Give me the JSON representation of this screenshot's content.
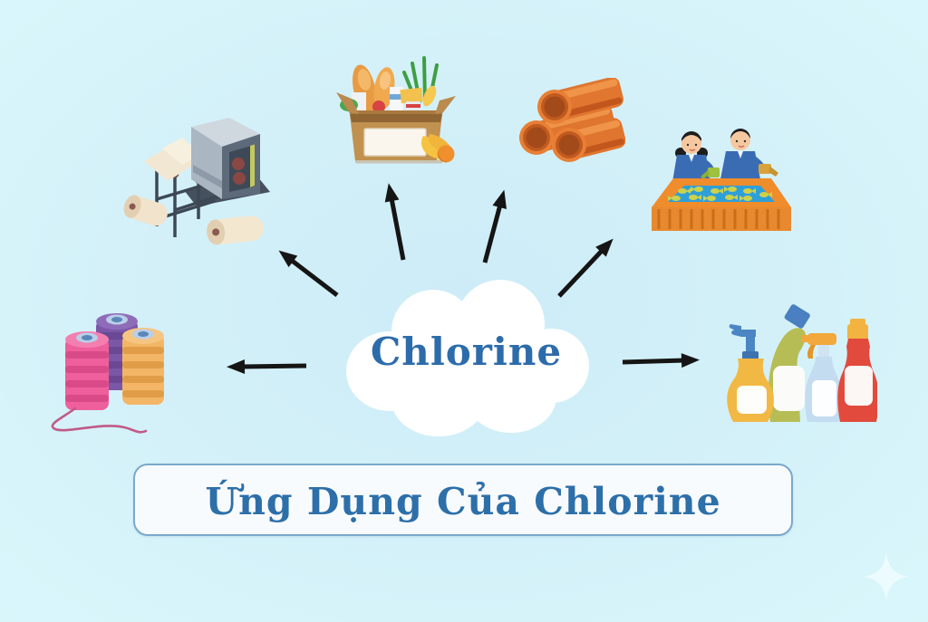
{
  "cloud": {
    "label": "Chlorine",
    "text_color": "#2d6cab",
    "fill": "#ffffff"
  },
  "title_box": {
    "label": "Ứng Dụng Của Chlorine",
    "text_color": "#2d6fa9",
    "border_color": "#7aa9cc",
    "background": "#f8fbfe"
  },
  "arrows": {
    "color": "#151515",
    "count": 6
  },
  "illustrations": [
    {
      "id": "paper-machine",
      "icon": "paper-manufacturing-machine-icon"
    },
    {
      "id": "food-box",
      "icon": "preserved-food-box-icon"
    },
    {
      "id": "pvc-pipes",
      "icon": "orange-pvc-pipes-icon"
    },
    {
      "id": "fish-pool",
      "icon": "water-treatment-pool-icon"
    },
    {
      "id": "cleaning-bottles",
      "icon": "cleaning-products-icon"
    },
    {
      "id": "yarn-spools",
      "icon": "textile-yarn-spools-icon"
    }
  ],
  "decor": {
    "sparkle_icon": "four-pointed-star-icon",
    "sparkle_color": "#f0fdfe"
  }
}
